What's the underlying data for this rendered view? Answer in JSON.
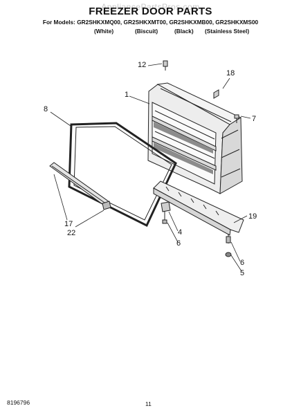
{
  "watermark": "AppliancePartsPros.com",
  "title": "FREEZER DOOR PARTS",
  "models": "For Models: GR2SHKXMQ00, GR2SHKXMT00, GR2SHKXMB00, GR2SHKXMS00",
  "colors": [
    "(White)",
    "(Biscuit)",
    "(Black)",
    "(Stainless Steel)"
  ],
  "callouts": {
    "c1": "1",
    "c4": "4",
    "c5": "5",
    "c6a": "6",
    "c6b": "6",
    "c7": "7",
    "c8": "8",
    "c12": "12",
    "c17": "17",
    "c18": "18",
    "c19": "19",
    "c22": "22"
  },
  "footer": {
    "doc_number": "8196796",
    "page_number": "11"
  }
}
